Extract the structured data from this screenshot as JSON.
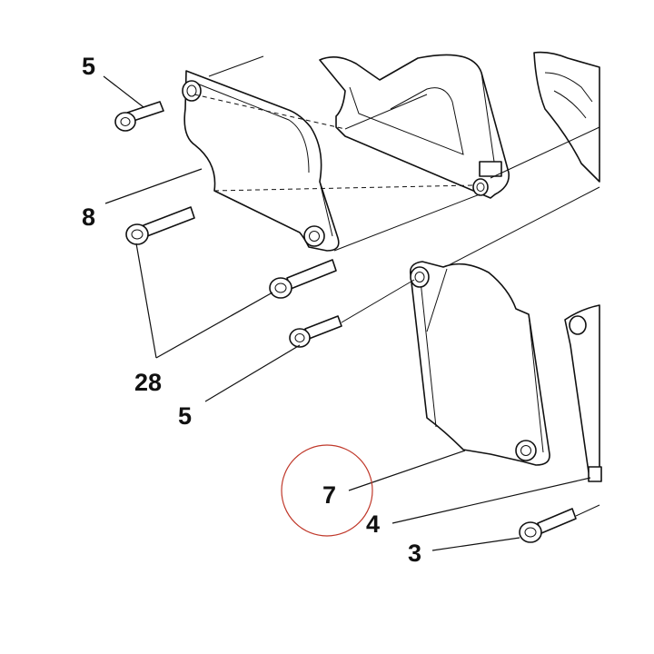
{
  "callouts": {
    "c5_top": "5",
    "c8": "8",
    "c28": "28",
    "c5_bottom": "5",
    "c7": "7",
    "c4": "4",
    "c3": "3"
  },
  "colors": {
    "line": "#111111",
    "highlight_circle": "#c0392b"
  }
}
